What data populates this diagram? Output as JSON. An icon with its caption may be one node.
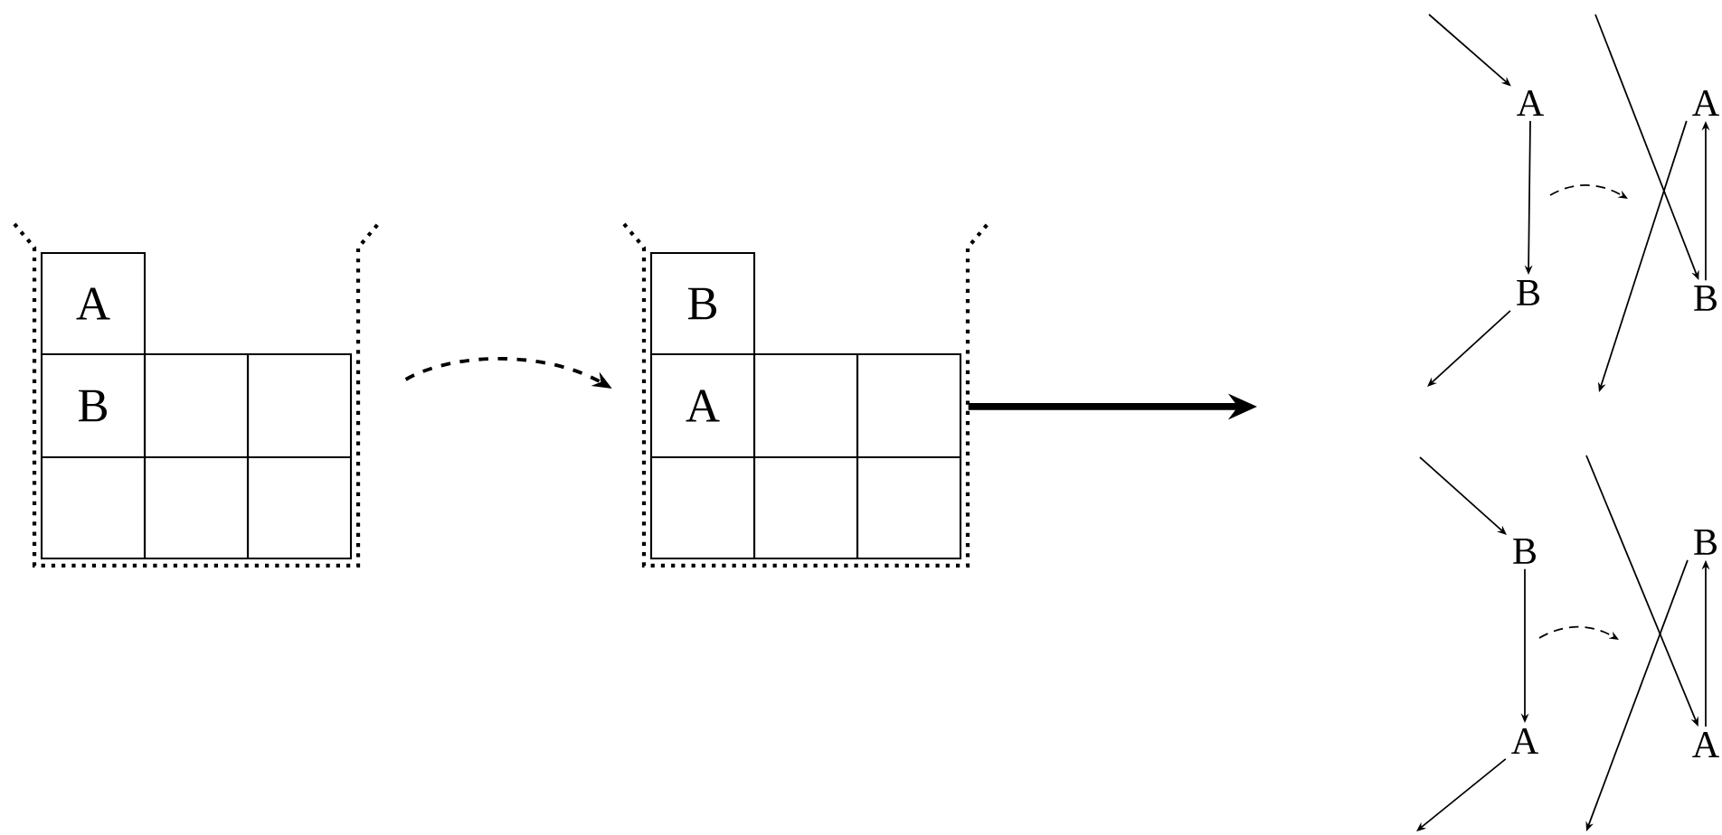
{
  "diagram": {
    "nodes": [
      {
        "text": [],
        "shape": "bucket"
      },
      {
        "text": [
          "A"
        ],
        "in": 0
      },
      {
        "text": [
          "B"
        ],
        "in": 0
      },
      {
        "text": [],
        "shape": "box",
        "in": 0
      },
      {
        "text": [],
        "shape": "box",
        "in": 0
      },
      {
        "text": [],
        "shape": "box",
        "in": 0
      },
      {
        "text": [],
        "shape": "box",
        "in": 0
      },
      {
        "text": [],
        "shape": "box",
        "in": 0
      },
      {
        "text": [],
        "shape": "bucket"
      },
      {
        "text": [
          "B"
        ],
        "in": 8
      },
      {
        "text": [
          "A"
        ],
        "in": 8
      },
      {
        "text": [],
        "shape": "box",
        "in": 8
      },
      {
        "text": [],
        "shape": "box",
        "in": 8
      },
      {
        "text": [],
        "shape": "box",
        "in": 8
      },
      {
        "text": [],
        "shape": "box",
        "in": 8
      },
      {
        "text": [],
        "shape": "box",
        "in": 8
      },
      {
        "text": [
          "A"
        ]
      },
      {
        "text": [
          "B"
        ]
      },
      {
        "text": [
          "A"
        ]
      },
      {
        "text": [
          "B"
        ]
      },
      {
        "text": [
          "B"
        ]
      },
      {
        "text": [
          "A"
        ]
      },
      {
        "text": [
          "B"
        ]
      },
      {
        "text": [
          "A"
        ]
      }
    ],
    "edges": [
      {
        "from": 0,
        "to": 8,
        "arrow": "to",
        "style": "dashed"
      },
      {
        "from": 8,
        "to": null,
        "arrow": "to",
        "style": "thick"
      },
      {
        "from": null,
        "to": 16,
        "arrow": "to"
      },
      {
        "from": 16,
        "to": 17,
        "arrow": "to"
      },
      {
        "from": 17,
        "to": null,
        "arrow": "to"
      },
      {
        "from": null,
        "to": 19,
        "arrow": "to"
      },
      {
        "from": 19,
        "to": 18,
        "arrow": "to"
      },
      {
        "from": 18,
        "to": null,
        "arrow": "to"
      },
      {
        "from": null,
        "to": 20,
        "arrow": "to"
      },
      {
        "from": 20,
        "to": 21,
        "arrow": "to"
      },
      {
        "from": 21,
        "to": null,
        "arrow": "to"
      },
      {
        "from": null,
        "to": 23,
        "arrow": "to"
      },
      {
        "from": 23,
        "to": 22,
        "arrow": "to"
      },
      {
        "from": 22,
        "to": null,
        "arrow": "to"
      }
    ]
  }
}
